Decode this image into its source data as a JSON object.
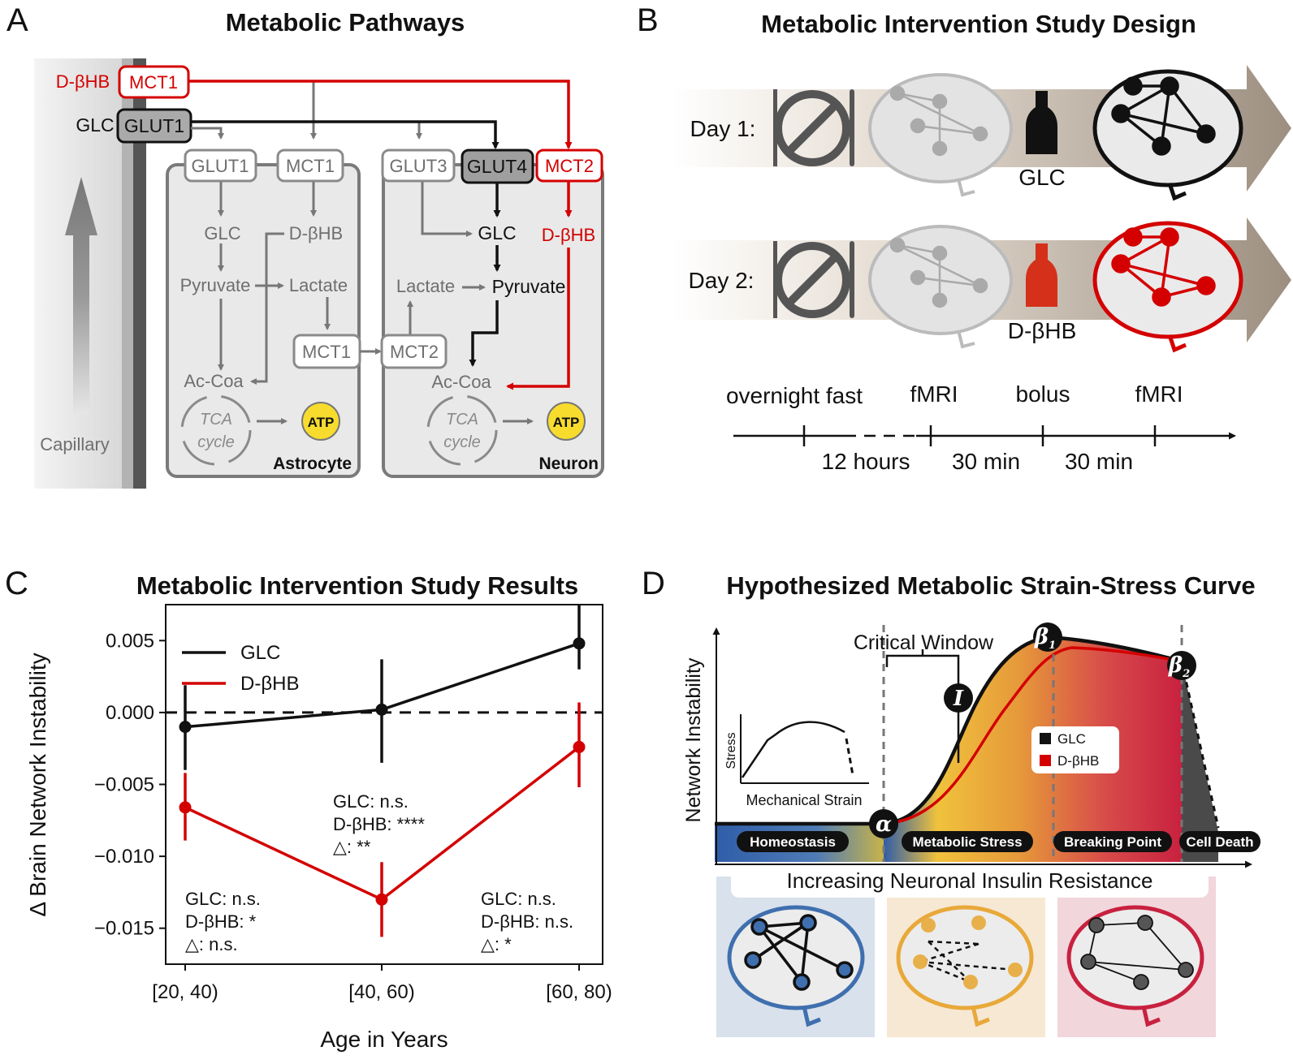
{
  "panel_a": {
    "letter": "A",
    "title": "Metabolic Pathways",
    "capillary": {
      "label": "Capillary",
      "d_bhb": "D-βHB",
      "glc": "GLC",
      "mct1": "MCT1",
      "glut1": "GLUT1"
    },
    "astrocyte": {
      "label": "Astrocyte",
      "glut1": "GLUT1",
      "mct1": "MCT1",
      "glc": "GLC",
      "d_bhb": "D-βHB",
      "pyruvate": "Pyruvate",
      "lactate": "Lactate",
      "mct1_out": "MCT1",
      "ac_coa": "Ac-Coa",
      "tca": "TCA",
      "cycle": "cycle",
      "atp": "ATP"
    },
    "neuron": {
      "label": "Neuron",
      "glut3": "GLUT3",
      "glut4": "GLUT4",
      "mct2": "MCT2",
      "glc": "GLC",
      "d_bhb": "D-βHB",
      "lactate": "Lactate",
      "pyruvate": "Pyruvate",
      "mct2_in": "MCT2",
      "ac_coa": "Ac-Coa",
      "tca": "TCA",
      "cycle": "cycle",
      "atp": "ATP"
    }
  },
  "panel_b": {
    "letter": "B",
    "title": "Metabolic Intervention Study Design",
    "day1": "Day 1:",
    "day2": "Day 2:",
    "drink1": "GLC",
    "drink2": "D-βHB",
    "timeline_events": [
      "overnight fast",
      "fMRI",
      "bolus",
      "fMRI"
    ],
    "timeline_durations": [
      "12 hours",
      "30 min",
      "30 min"
    ]
  },
  "panel_c": {
    "letter": "C",
    "title": "Metabolic Intervention Study Results",
    "annotations": [
      [
        "GLC: n.s.",
        "D-βHB: *",
        "△: n.s."
      ],
      [
        "GLC: n.s.",
        "D-βHB: ****",
        "△: **"
      ],
      [
        "GLC: n.s.",
        "D-βHB: n.s.",
        "△: *"
      ]
    ]
  },
  "panel_d": {
    "letter": "D",
    "title": "Hypothesized Metabolic Strain-Stress Curve",
    "ylabel": "Network Instability",
    "critical_window": "Critical Window",
    "inset_ylabel": "Stress",
    "inset_xlabel": "Mechanical Strain",
    "zones": [
      "Homeostasis",
      "Metabolic Stress",
      "Breaking Point",
      "Cell Death"
    ],
    "markers": {
      "alpha": "α",
      "beta1": "β",
      "beta1_sub": "1",
      "beta2": "β",
      "beta2_sub": "2",
      "inflection": "I"
    },
    "legend": [
      "GLC",
      "D-βHB"
    ],
    "banner": "Increasing Neuronal Insulin Resistance"
  },
  "colors": {
    "glc": "#111111",
    "dbhb": "#d40000",
    "neutral": "#777777",
    "homeostasis": "#3f6fae",
    "stress": "#e8a93a",
    "breaking": "#c8213f"
  },
  "chart_data": {
    "type": "line",
    "title": "Metabolic Intervention Study Results",
    "xlabel": "Age in Years",
    "ylabel": "Δ Brain Network Instability",
    "categories": [
      "[20, 40)",
      "[40, 60)",
      "[60, 80)"
    ],
    "yticks": [
      "0.005",
      "0.000",
      "−0.005",
      "−0.010",
      "−0.015"
    ],
    "ylim": [
      -0.0175,
      0.0075
    ],
    "reference_line": 0,
    "legend_position": "top-left",
    "grid": false,
    "series": [
      {
        "name": "GLC",
        "color": "#111111",
        "values": [
          -0.001,
          0.0002,
          0.0048
        ],
        "err_low": [
          -0.004,
          -0.0035,
          0.003
        ],
        "err_high": [
          0.0019,
          0.0037,
          0.0075
        ]
      },
      {
        "name": "D-βHB",
        "color": "#d40000",
        "values": [
          -0.0066,
          -0.013,
          -0.0024
        ],
        "err_low": [
          -0.0089,
          -0.0156,
          -0.0052
        ],
        "err_high": [
          -0.0042,
          -0.0104,
          0.0007
        ]
      }
    ]
  }
}
